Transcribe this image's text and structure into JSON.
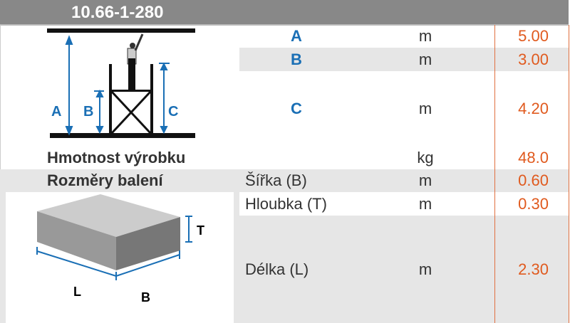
{
  "header": {
    "title": "10.66-1-280"
  },
  "dims": [
    {
      "label": "A",
      "unit": "m",
      "value": "5.00"
    },
    {
      "label": "B",
      "unit": "m",
      "value": "3.00"
    },
    {
      "label": "C",
      "unit": "m",
      "value": "4.20"
    }
  ],
  "weight": {
    "label": "Hmotnost výrobku",
    "unit": "kg",
    "value": "48.0"
  },
  "packaging": {
    "label": "Rozměry balení",
    "rows": [
      {
        "label": "Šířka (B)",
        "unit": "m",
        "value": "0.60"
      },
      {
        "label": "Hloubka (T)",
        "unit": "m",
        "value": "0.30"
      },
      {
        "label": "Délka (L)",
        "unit": "m",
        "value": "2.30"
      }
    ]
  },
  "diagram": {
    "labels": [
      "A",
      "B",
      "C"
    ]
  },
  "box": {
    "labels": [
      "L",
      "B",
      "T"
    ]
  },
  "colors": {
    "accent": "#e05a1e",
    "blue": "#1a6fb5",
    "header": "#888888"
  }
}
